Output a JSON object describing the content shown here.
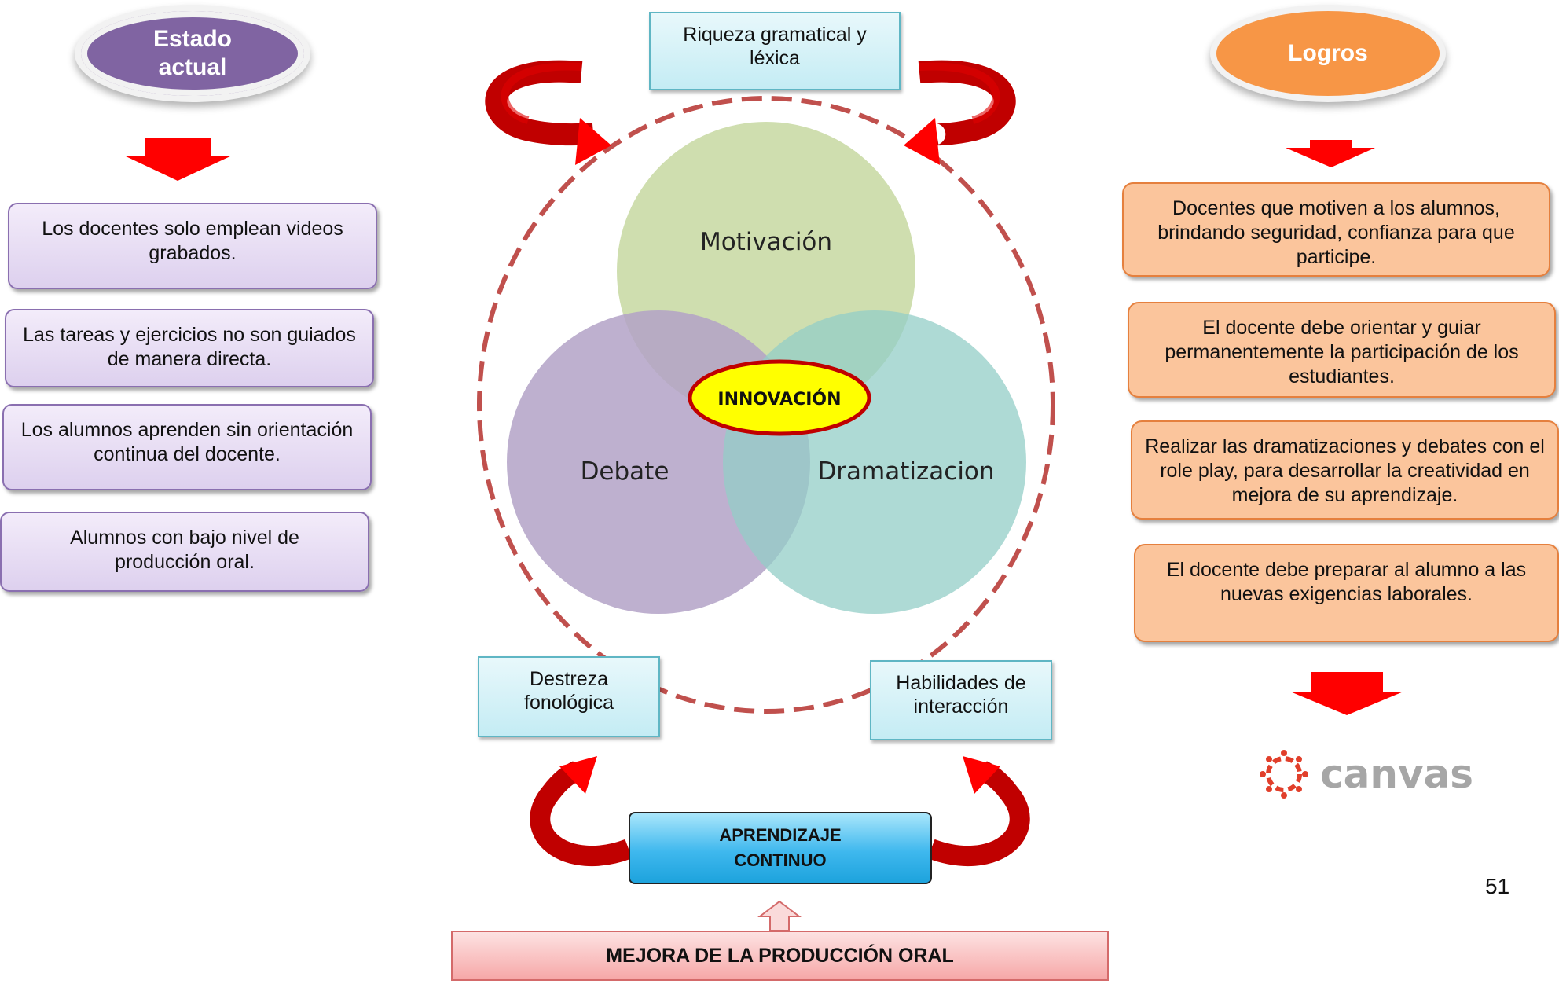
{
  "left": {
    "title": "Estado actual",
    "items": [
      "Los docentes solo emplean videos grabados.",
      "Las tareas y ejercicios no son guiados de manera directa.",
      "Los alumnos aprenden sin orientación continua del docente.",
      "Alumnos con bajo nivel de producción oral."
    ]
  },
  "right": {
    "title": "Logros",
    "items": [
      "Docentes que motiven a los alumnos, brindando seguridad, confianza para que participe.",
      "El docente debe orientar y guiar permanentemente la participación de los estudiantes.",
      "Realizar las dramatizaciones y debates con el role play, para desarrollar la creatividad en mejora de su aprendizaje.",
      "El docente debe preparar al alumno a las nuevas exigencias laborales."
    ],
    "logo_text": "canvas"
  },
  "center": {
    "top_box": "Riqueza gramatical y léxica",
    "circles": {
      "top": "Motivación",
      "left": "Debate",
      "right": "Dramatizacion"
    },
    "center_label": "INNOVACIÓN",
    "bottom_left_box": "Destreza fonológica",
    "bottom_right_box": "Habilidades de interacción",
    "continuo": "APRENDIZAJE CONTINUO",
    "mejora": "MEJORA DE LA PRODUCCIÓN ORAL"
  },
  "page_number": "51",
  "colors": {
    "purple": "#8064a2",
    "orange": "#f79646",
    "arrow_red": "#ff0000",
    "dash_red": "#c0504d",
    "circle_green": "#c3d69b",
    "circle_purple": "#b3a2c7",
    "circle_teal": "#93cdc7",
    "innovacion_yellow": "#ffff00"
  }
}
